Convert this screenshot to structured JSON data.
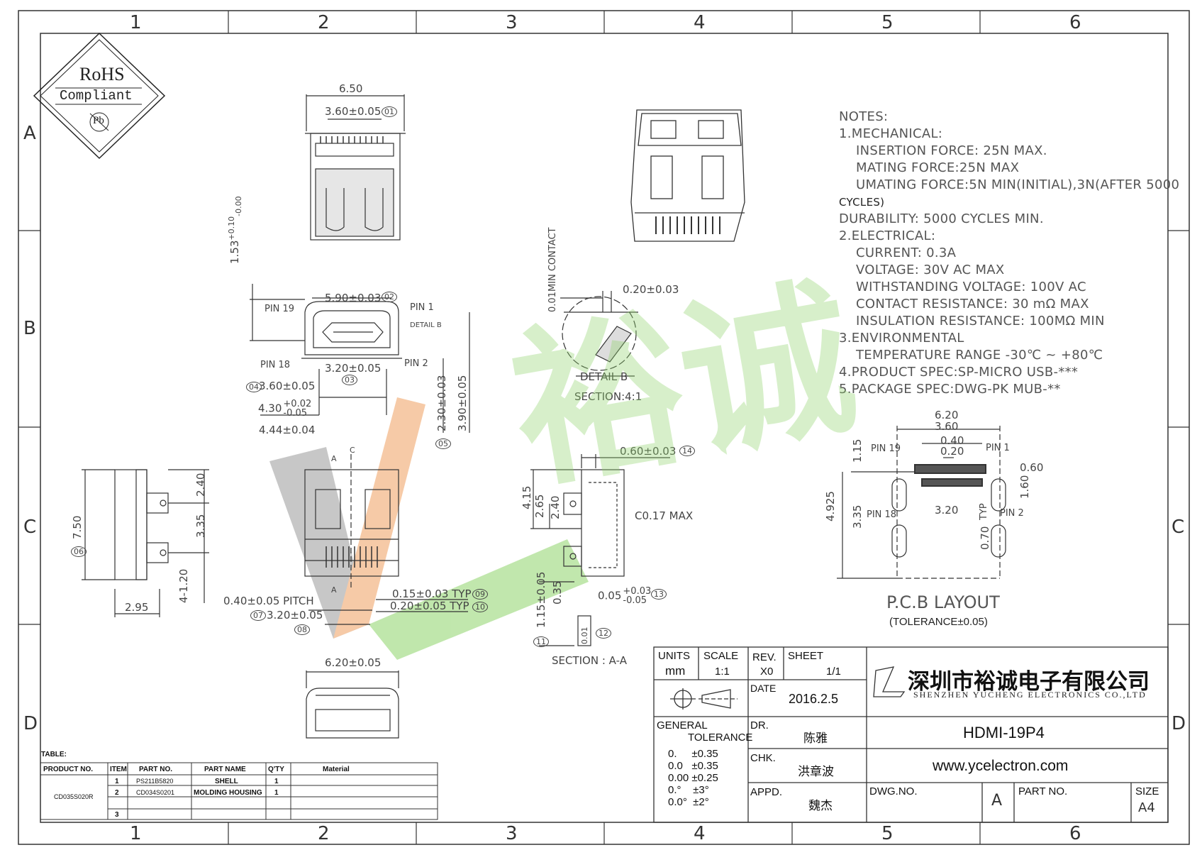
{
  "border": {
    "columns": [
      "1",
      "2",
      "3",
      "4",
      "5",
      "6"
    ],
    "rows": [
      "A",
      "B",
      "C",
      "D"
    ]
  },
  "rohs": {
    "title": "RoHS",
    "sub": "Compliant",
    "symbol": "Pb"
  },
  "notes": {
    "lines": [
      "NOTES:",
      "1.MECHANICAL:",
      "   INSERTION FORCE: 25N MAX.",
      "   MATING FORCE:25N MAX",
      "   UMATING FORCE:5N MIN(INITIAL),3N(AFTER 5000",
      "CYCLES)",
      "DURABILITY: 5000 CYCLES MIN.",
      "2.ELECTRICAL:",
      "   CURRENT: 0.3A",
      "   VOLTAGE:  30V AC MAX",
      "   WITHSTANDING VOLTAGE: 100V AC",
      "   CONTACT RESISTANCE: 30 mΩ MAX",
      "   INSULATION RESISTANCE: 100MΩ MIN",
      "3.ENVIRONMENTAL",
      "   TEMPERATURE RANGE -30℃ ~ +80℃",
      "4.PRODUCT SPEC:SP-MICRO USB-***",
      "5.PACKAGE SPEC:DWG-PK MUB-**"
    ]
  },
  "dims": {
    "top_650": "6.50",
    "top_360": "3.60±0.05",
    "c01": "01",
    "b_153": "1.53",
    "b_153a": "+0.10",
    "b_153b": "-0.00",
    "b_590": "5.90±0.03",
    "c02": "02",
    "pin19": "PIN 19",
    "pin1": "PIN 1",
    "pin18": "PIN 18",
    "pin2": "PIN 2",
    "detail_b_lbl": "DETAIL B",
    "b_320": "3.20±0.05",
    "c03": "03",
    "b_360": "3.60±0.05",
    "c04": "04",
    "b_430": "4.30",
    "b_430a": "+0.02",
    "b_430b": "-0.05",
    "b_444": "4.44±0.04",
    "b_230": "2.30±0.03",
    "b_390": "3.90±0.05",
    "c05": "05",
    "c_750": "7.50",
    "c06": "06",
    "c_240": "2.40",
    "c_335": "3.35",
    "c_120": "4-1.20",
    "c_295": "2.95",
    "c_pitch": "0.40±0.05 PITCH",
    "c07": "07",
    "c_320": "3.20±0.05",
    "c08": "08",
    "c_015": "0.15±0.03 TYP",
    "c09": "09",
    "c_020": "0.20±0.05 TYP",
    "c10": "10",
    "c_a": "A",
    "c_c": "C",
    "d_620": "6.20±0.05",
    "det_001": "0.01MIN CONTACT",
    "det_020": "0.20±0.03",
    "det_b": "DETAIL B",
    "det_sec": "SECTION:4:1",
    "s_060": "0.60±0.03",
    "c14": "14",
    "s_415": "4.15",
    "s_265": "2.65",
    "s_240": "2.40",
    "s_c017": "C0.17 MAX",
    "s_115": "1.15±0.05",
    "c11": "11",
    "s_035": "0.35",
    "s_005": "0.05",
    "s_005a": "+0.03",
    "s_005b": "-0.05",
    "c13": "13",
    "s_001": "0.01",
    "c12": "12",
    "s_sec": "SECTION : A-A",
    "p_620": "6.20",
    "p_360": "3.60",
    "p_040": "0.40",
    "p_020": "0.20",
    "p_pin19": "PIN 19",
    "p_pin1": "PIN 1",
    "p_115": "1.15",
    "p_060": "0.60",
    "p_160": "1.60",
    "p_4925": "4.925",
    "p_335": "3.35",
    "p_pin18": "PIN 18",
    "p_320": "3.20",
    "p_typ": "TYP",
    "p_pin2": "PIN 2",
    "p_070": "0.70",
    "p_title": "P.C.B LAYOUT",
    "p_tol": "(TOLERANCE±0.05)"
  },
  "bom": {
    "label": "TABLE:",
    "headers": [
      "PRODUCT NO.",
      "ITEM",
      "PART NO.",
      "PART NAME",
      "Q'TY",
      "Material"
    ],
    "product": "CD035S020R",
    "rows": [
      {
        "item": "1",
        "part": "PS211B5820",
        "name": "SHELL",
        "qty": "1",
        "mat": ""
      },
      {
        "item": "2",
        "part": "CD034S0201",
        "name": "MOLDING HOUSING",
        "qty": "1",
        "mat": ""
      },
      {
        "item": "3",
        "part": "",
        "name": "",
        "qty": "",
        "mat": ""
      }
    ]
  },
  "title_block": {
    "units_lbl": "UNITS",
    "units": "mm",
    "scale_lbl": "SCALE",
    "scale": "1:1",
    "rev_lbl": "REV.",
    "rev": "X0",
    "sheet_lbl": "SHEET",
    "sheet": "1/1",
    "date_lbl": "DATE",
    "date": "2016.2.5",
    "gen_lbl": "GENERAL",
    "tol_lbl": "TOLERANCE",
    "tol": [
      "0.     ±0.35",
      "0.0   ±0.35",
      "0.00 ±0.25",
      "0.°    ±3°",
      "0.0°  ±2°"
    ],
    "dr_lbl": "DR.",
    "dr": "陈雅",
    "chk_lbl": "CHK.",
    "chk": "洪章波",
    "appd_lbl": "APPD.",
    "appd": "魏杰",
    "company_cn": "深圳市裕诚电子有限公司",
    "company_en": "SHENZHEN YUCHENG ELECTRONICS CO.,LTD",
    "part_title": "HDMI-19P4",
    "website": "www.ycelectron.com",
    "dwg_lbl": "DWG.NO.",
    "dwg_rev": "A",
    "partno_lbl": "PART NO.",
    "size_lbl": "SIZE",
    "size": "A4"
  },
  "watermark": {
    "text": "裕诚",
    "color": "#8ed46a",
    "accent": "#f0a060"
  }
}
